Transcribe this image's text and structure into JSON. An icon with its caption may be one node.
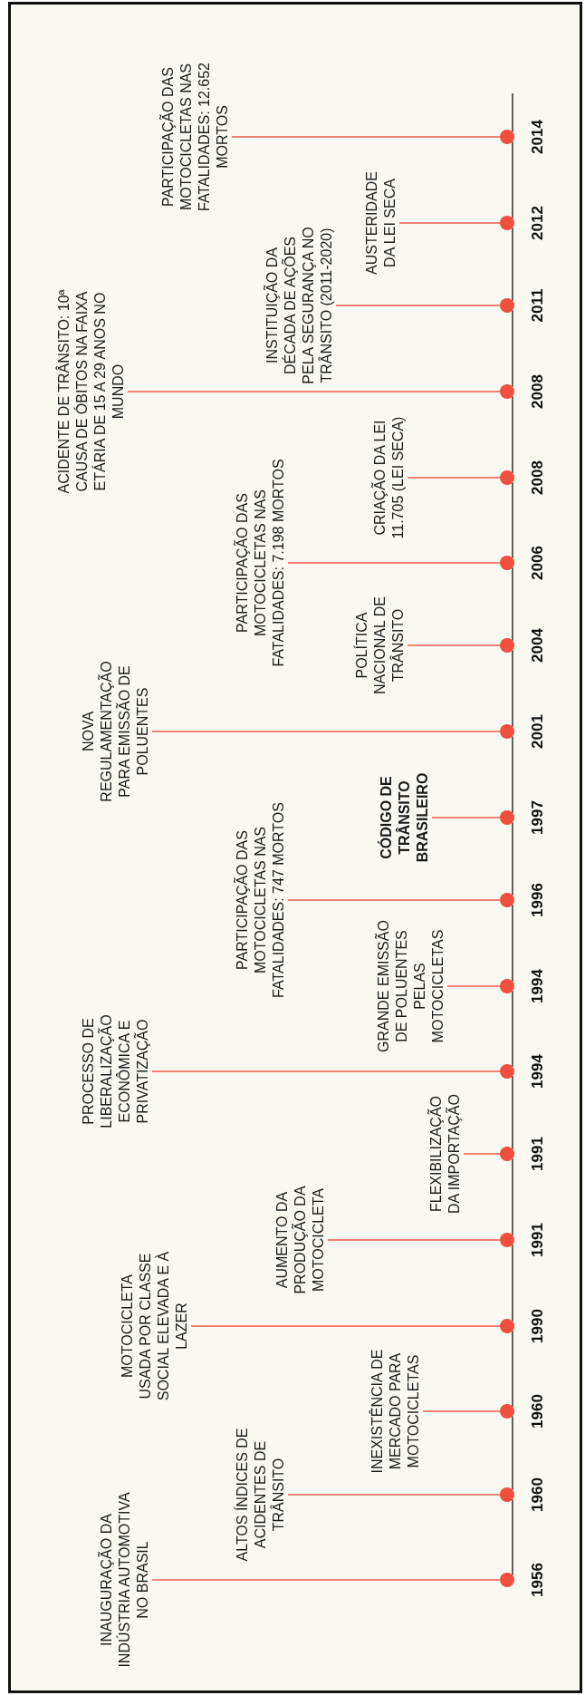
{
  "diagram": {
    "nodes": [
      {
        "text": [
          "INAUGURAÇÃO DA INDÚSTRIA AUTOMOTIVA NO BRASIL"
        ]
      },
      {
        "text": [],
        "shape": "circle",
        "beside": [
          "1956"
        ]
      },
      {
        "text": [
          "ALTOS ÍNDICES DE ACIDENTES DE TRÂNSITO"
        ]
      },
      {
        "text": [],
        "shape": "circle",
        "beside": [
          "1960"
        ]
      },
      {
        "text": [
          "INEXISTÊNCIA DE MERCADO PARA MOTOCICLETAS"
        ]
      },
      {
        "text": [],
        "shape": "circle",
        "beside": [
          "1960"
        ]
      },
      {
        "text": [
          "MOTOCICLETA USADA POR CLASSE SOCIAL ELEVADA E À LAZER"
        ]
      },
      {
        "text": [],
        "shape": "circle",
        "beside": [
          "1990"
        ]
      },
      {
        "text": [
          "AUMENTO DA PRODUÇÃO DA MOTOCICLETA"
        ]
      },
      {
        "text": [],
        "shape": "circle",
        "beside": [
          "1991"
        ]
      },
      {
        "text": [
          "FLEXIBILIZAÇÃO DA IMPORTAÇÃO"
        ]
      },
      {
        "text": [],
        "shape": "circle",
        "beside": [
          "1991"
        ]
      },
      {
        "text": [
          "PROCESSO DE LIBERALIZAÇÃO ECONÔMICA E PRIVATIZAÇÃO"
        ]
      },
      {
        "text": [],
        "shape": "circle",
        "beside": [
          "1994"
        ]
      },
      {
        "text": [
          "GRANDE EMISSÃO DE POLUENTES PELAS MOTOCICLETAS"
        ]
      },
      {
        "text": [],
        "shape": "circle",
        "beside": [
          "1994"
        ]
      },
      {
        "text": [
          "PARTICIPAÇÃO DAS MOTOCICLETAS NAS FATALIDADES: 747 MORTOS"
        ]
      },
      {
        "text": [],
        "shape": "circle",
        "beside": [
          "1996"
        ]
      },
      {
        "text": [
          "CÓDIGO DE TRÂNSITO BRASILEIRO"
        ]
      },
      {
        "text": [],
        "shape": "circle",
        "beside": [
          "1997"
        ]
      },
      {
        "text": [
          "NOVA REGULAMENTAÇÃO PARA EMISSÃO DE POLUENTES"
        ]
      },
      {
        "text": [],
        "shape": "circle",
        "beside": [
          "2001"
        ]
      },
      {
        "text": [
          "POLÍTICA NACIONAL DE TRÂNSITO"
        ]
      },
      {
        "text": [],
        "shape": "circle",
        "beside": [
          "2004"
        ]
      },
      {
        "text": [
          "PARTICIPAÇÃO DAS MOTOCICLETAS NAS FATALIDADES: 7.198 MORTOS"
        ]
      },
      {
        "text": [],
        "shape": "circle",
        "beside": [
          "2006"
        ]
      },
      {
        "text": [
          "CRIAÇÃO DA LEI 11.705 (LEI SECA)"
        ]
      },
      {
        "text": [],
        "shape": "circle",
        "beside": [
          "2008"
        ]
      },
      {
        "text": [
          "ACIDENTE DE TRÂNSITO: 10ª CAUSA DE ÓBITOS NA FAIXA ETÁRIA DE 15 A 29 ANOS NO MUNDO"
        ]
      },
      {
        "text": [],
        "shape": "circle",
        "beside": [
          "2008"
        ]
      },
      {
        "text": [
          "INSTITUIÇÃO DA DÉCADA DE AÇÕES PELA SEGURANÇA NO TRÂNSITO (2011-2020)"
        ]
      },
      {
        "text": [],
        "shape": "circle",
        "beside": [
          "2011"
        ]
      },
      {
        "text": [
          "AUSTERIDADE DA LEI SECA"
        ]
      },
      {
        "text": [],
        "shape": "circle",
        "beside": [
          "2012"
        ]
      },
      {
        "text": [
          "PARTICIPAÇÃO DAS MOTOCICLETAS NAS FATALIDADES: 12.652 MORTOS"
        ]
      },
      {
        "text": [],
        "shape": "circle",
        "beside": [
          "2014"
        ]
      }
    ],
    "edges": [
      {
        "from": 0,
        "to": 1,
        "arrow": "none"
      },
      {
        "from": 2,
        "to": 3,
        "arrow": "none"
      },
      {
        "from": 4,
        "to": 5,
        "arrow": "none"
      },
      {
        "from": 6,
        "to": 7,
        "arrow": "none"
      },
      {
        "from": 8,
        "to": 9,
        "arrow": "none"
      },
      {
        "from": 10,
        "to": 11,
        "arrow": "none"
      },
      {
        "from": 12,
        "to": 13,
        "arrow": "none"
      },
      {
        "from": 14,
        "to": 15,
        "arrow": "none"
      },
      {
        "from": 16,
        "to": 17,
        "arrow": "none"
      },
      {
        "from": 18,
        "to": 19,
        "arrow": "none"
      },
      {
        "from": 20,
        "to": 21,
        "arrow": "none"
      },
      {
        "from": 22,
        "to": 23,
        "arrow": "none"
      },
      {
        "from": 24,
        "to": 25,
        "arrow": "none"
      },
      {
        "from": 26,
        "to": 27,
        "arrow": "none"
      },
      {
        "from": 28,
        "to": 29,
        "arrow": "none"
      },
      {
        "from": 30,
        "to": 31,
        "arrow": "none"
      },
      {
        "from": 32,
        "to": 33,
        "arrow": "none"
      },
      {
        "from": 34,
        "to": 35,
        "arrow": "none"
      },
      {
        "from": 1,
        "to": 3,
        "arrow": "none",
        "color": "#111111"
      },
      {
        "from": 3,
        "to": 5,
        "arrow": "none",
        "color": "#111111"
      },
      {
        "from": 5,
        "to": 7,
        "arrow": "none",
        "color": "#111111"
      },
      {
        "from": 7,
        "to": 9,
        "arrow": "none",
        "color": "#111111"
      },
      {
        "from": 9,
        "to": 11,
        "arrow": "none",
        "color": "#111111"
      },
      {
        "from": 11,
        "to": 13,
        "arrow": "none",
        "color": "#111111"
      },
      {
        "from": 13,
        "to": 15,
        "arrow": "none",
        "color": "#111111"
      },
      {
        "from": 15,
        "to": 17,
        "arrow": "none",
        "color": "#111111"
      },
      {
        "from": 17,
        "to": 19,
        "arrow": "none",
        "color": "#111111"
      },
      {
        "from": 19,
        "to": 21,
        "arrow": "none",
        "color": "#111111"
      },
      {
        "from": 21,
        "to": 23,
        "arrow": "none",
        "color": "#111111"
      },
      {
        "from": 23,
        "to": 25,
        "arrow": "none",
        "color": "#111111"
      },
      {
        "from": 25,
        "to": 27,
        "arrow": "none",
        "color": "#111111"
      },
      {
        "from": 27,
        "to": 29,
        "arrow": "none",
        "color": "#111111"
      },
      {
        "from": 29,
        "to": 31,
        "arrow": "none",
        "color": "#111111"
      },
      {
        "from": 31,
        "to": 33,
        "arrow": "none",
        "color": "#111111"
      },
      {
        "from": 33,
        "to": 35,
        "arrow": "none",
        "color": "#111111"
      },
      {
        "from": 35,
        "to": null,
        "arrow": "none",
        "color": "#111111"
      }
    ]
  }
}
